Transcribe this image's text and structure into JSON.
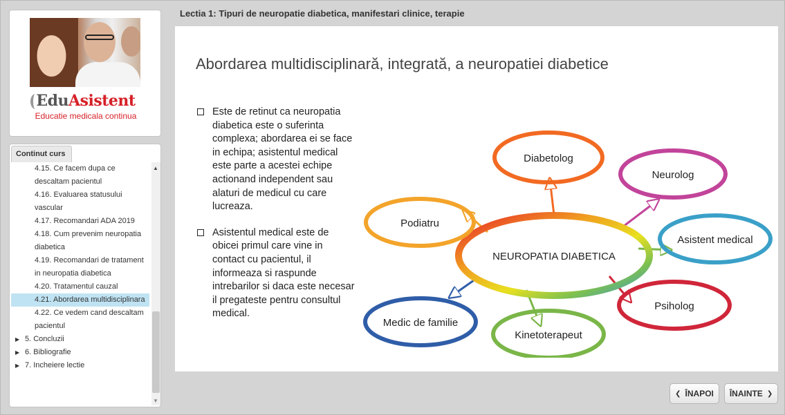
{
  "brand": {
    "name_part1": "Edu",
    "name_part2": "Asistent",
    "tagline": "Educatie medicala continua"
  },
  "toc": {
    "tab_label": "Continut curs",
    "items": [
      {
        "label": "4.15. Ce facem dupa ce descaltam pacientul",
        "type": "sub",
        "active": false
      },
      {
        "label": "4.16. Evaluarea statusului vascular",
        "type": "sub",
        "active": false
      },
      {
        "label": "4.17. Recomandari ADA 2019",
        "type": "sub",
        "active": false
      },
      {
        "label": "4.18. Cum prevenim neuropatia diabetica",
        "type": "sub",
        "active": false
      },
      {
        "label": "4.19. Recomandari de tratament in neuropatia diabetica",
        "type": "sub",
        "active": false
      },
      {
        "label": "4.20. Tratamentul cauzal",
        "type": "sub",
        "active": false
      },
      {
        "label": "4.21. Abordarea multidisciplinara",
        "type": "sub",
        "active": true
      },
      {
        "label": "4.22. Ce vedem cand descaltam pacientul",
        "type": "sub",
        "active": false
      },
      {
        "label": "5. Concluzii",
        "type": "section",
        "active": false
      },
      {
        "label": "6. Bibliografie",
        "type": "section",
        "active": false
      },
      {
        "label": "7. Incheiere lectie",
        "type": "section",
        "active": false
      }
    ]
  },
  "lesson": {
    "title": "Lectia 1: Tipuri de neuropatie diabetica, manifestari clinice, terapie"
  },
  "slide": {
    "heading": "Abordarea multidisciplinară, integrată, a neuropatiei diabetice",
    "bullets": [
      "Este de retinut ca neuropatia diabetica este o suferinta complexa; abordarea ei se face in echipa; asistentul medical este parte a acestei echipe actionand independent sau alaturi de medicul cu care lucreaza.",
      "Asistentul medical este de obicei primul care vine in contact cu pacientul, il informeaza si raspunde intrebarilor si daca este necesar il pregateste pentru consultul medical."
    ]
  },
  "diagram": {
    "center": "NEUROPATIA DIABETICA",
    "nodes": [
      {
        "label": "Diabetolog",
        "color": "#f26a22"
      },
      {
        "label": "Neurolog",
        "color": "#c2449a"
      },
      {
        "label": "Asistent medical",
        "color": "#3aa0c8"
      },
      {
        "label": "Psiholog",
        "color": "#d0263a"
      },
      {
        "label": "Kinetoterapeut",
        "color": "#7ab648"
      },
      {
        "label": "Medic de familie",
        "color": "#2f5da8"
      },
      {
        "label": "Podiatru",
        "color": "#f3a42a"
      }
    ]
  },
  "nav": {
    "prev_label": "ÎNAPOI",
    "next_label": "ÎNAINTE"
  }
}
